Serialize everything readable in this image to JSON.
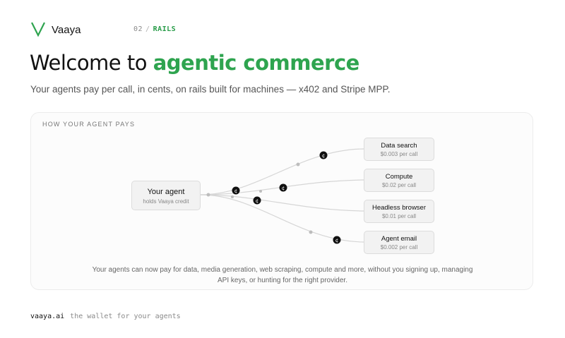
{
  "header": {
    "brand": "Vaaya",
    "crumb_number": "02",
    "crumb_separator": "/",
    "crumb_current": "RAILS",
    "logo_icon": "v-logo-icon",
    "accent_color": "#2ea44f"
  },
  "hero": {
    "title_prefix": "Welcome to ",
    "title_accent": "agentic commerce",
    "subtitle": "Your agents pay per call, in cents, on rails built for machines — x402 and Stripe MPP."
  },
  "diagram": {
    "label": "HOW YOUR AGENT PAYS",
    "agent": {
      "title": "Your agent",
      "subtitle": "holds Vaaya credit"
    },
    "token_symbol": "¢",
    "services": [
      {
        "title": "Data search",
        "price": "$0.003 per call"
      },
      {
        "title": "Compute",
        "price": "$0.02 per call"
      },
      {
        "title": "Headless browser",
        "price": "$0.01 per call"
      },
      {
        "title": "Agent email",
        "price": "$0.002 per call"
      }
    ],
    "footer": "Your agents can now pay for data, media generation, web scraping, compute and more, without you signing up, managing API keys, or hunting for the right provider."
  },
  "footer": {
    "domain": "vaaya.ai",
    "tagline": "the wallet for your agents"
  }
}
